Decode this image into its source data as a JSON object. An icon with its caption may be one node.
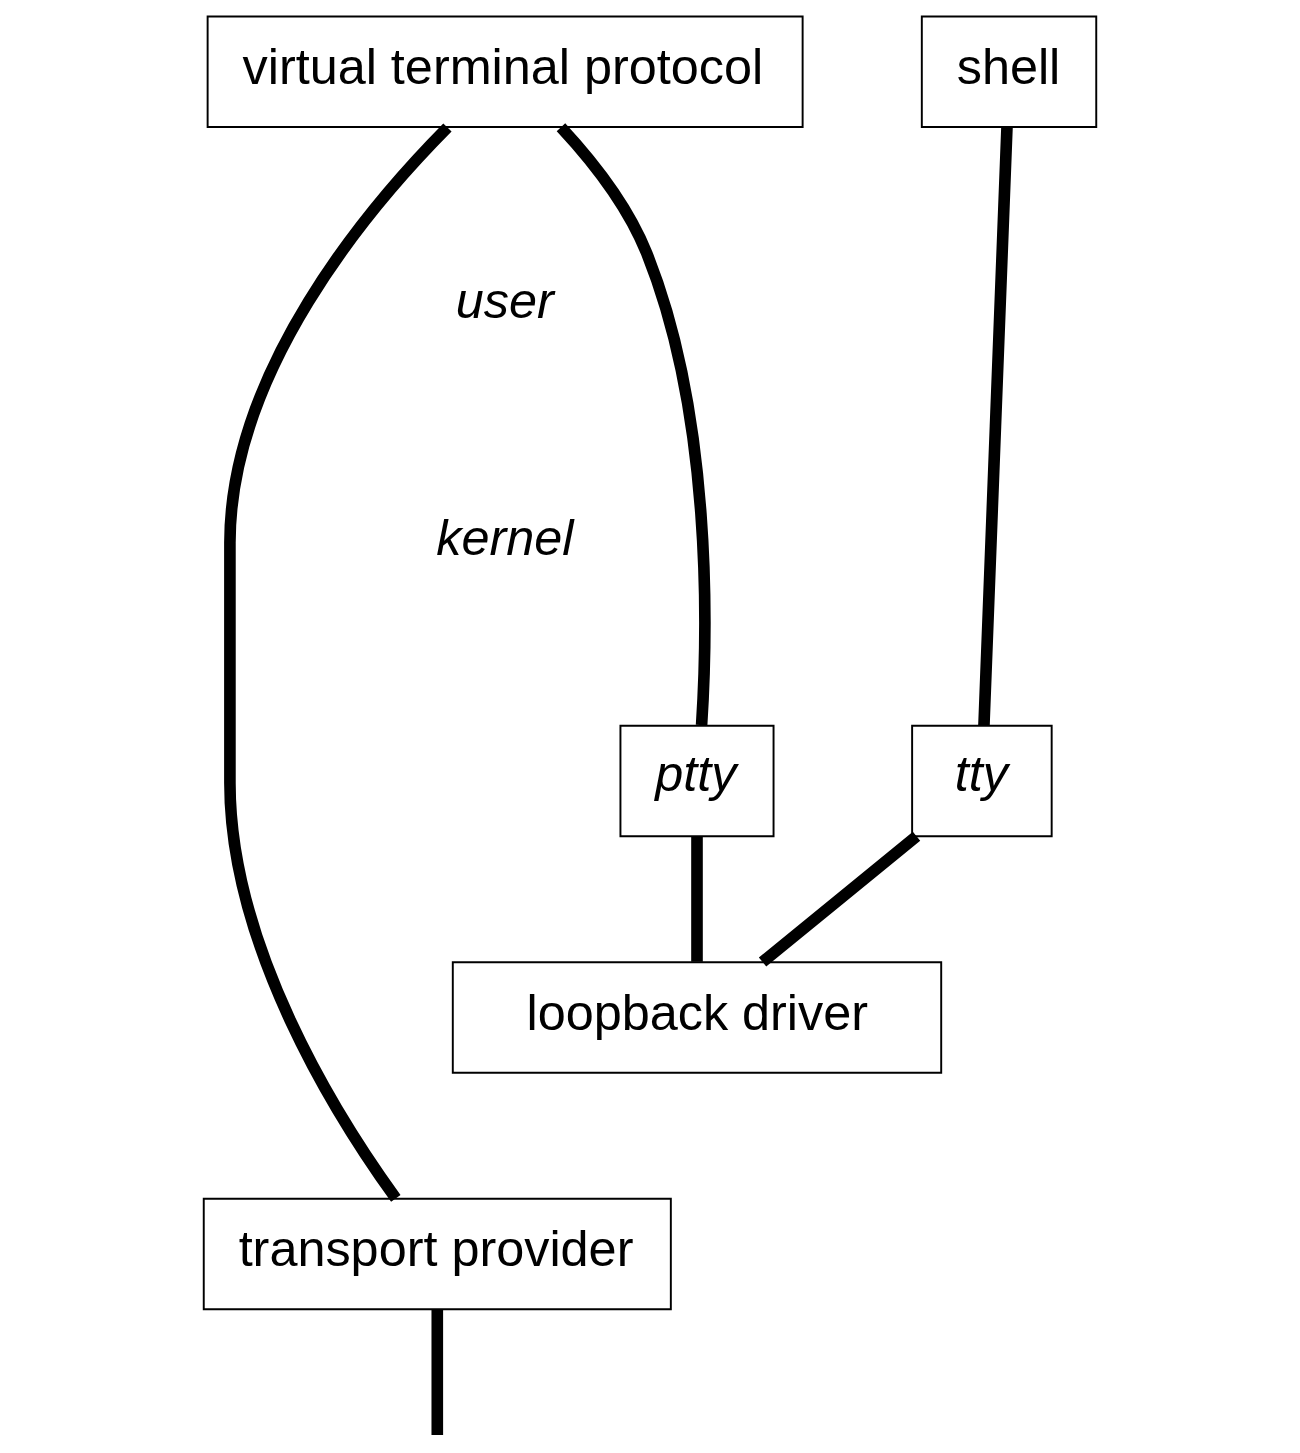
{
  "diagram": {
    "nodes": [
      {
        "text": [
          "virtual terminal protocol"
        ]
      },
      {
        "text": [
          "shell"
        ]
      },
      {
        "text": [
          "ptty"
        ]
      },
      {
        "text": [
          "tty"
        ]
      },
      {
        "text": [
          "loopback driver"
        ]
      },
      {
        "text": [
          "transport provider"
        ]
      }
    ],
    "edges": [
      {
        "from": 0,
        "to": 5,
        "arrow": "none"
      },
      {
        "from": 0,
        "to": 2,
        "arrow": "none"
      },
      {
        "from": 1,
        "to": 3,
        "arrow": "none"
      },
      {
        "from": 2,
        "to": 4,
        "arrow": "none"
      },
      {
        "from": 4,
        "to": 3,
        "arrow": "none"
      },
      {
        "from": 5,
        "to": null,
        "arrow": "none"
      }
    ],
    "labels": [
      "user",
      "kernel"
    ]
  }
}
